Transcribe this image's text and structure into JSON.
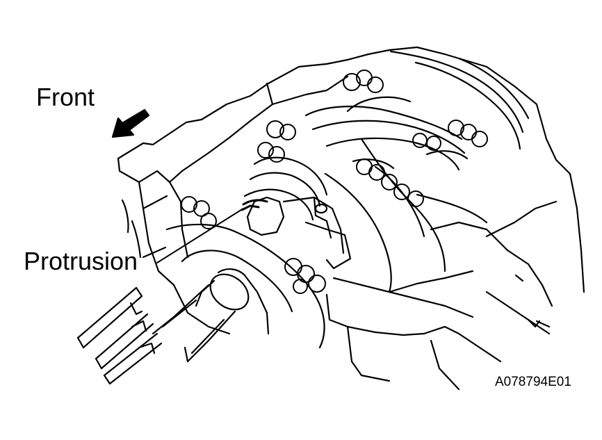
{
  "labels": {
    "front": "Front",
    "protrusion": "Protrusion",
    "figure_code": "A078794E01"
  },
  "colors": {
    "ink": "#000000",
    "paper": "#ffffff"
  },
  "icons": {
    "direction": "front-arrow-icon"
  }
}
